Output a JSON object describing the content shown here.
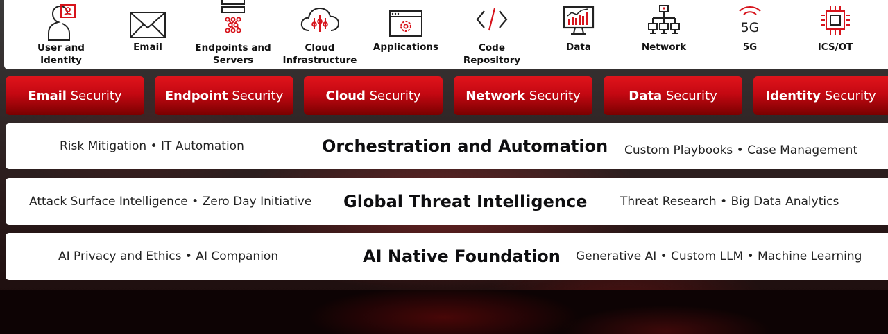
{
  "categories": [
    {
      "icon": "user-identity-icon",
      "label": "User and Identity"
    },
    {
      "icon": "email-icon",
      "label": "Email"
    },
    {
      "icon": "server-icon",
      "label": "Endpoints and Servers"
    },
    {
      "icon": "cloud-icon",
      "label": "Cloud Infrastructure"
    },
    {
      "icon": "applications-icon",
      "label": "Applications"
    },
    {
      "icon": "code-icon",
      "label": "Code Repository"
    },
    {
      "icon": "data-monitor-icon",
      "label": "Data"
    },
    {
      "icon": "network-icon",
      "label": "Network"
    },
    {
      "icon": "5g-icon",
      "label": "5G",
      "glyph": "5G"
    },
    {
      "icon": "chip-icon",
      "label": "ICS/OT"
    }
  ],
  "security_buttons": [
    {
      "bold": "Email",
      "rest": "Security"
    },
    {
      "bold": "Endpoint",
      "rest": "Security"
    },
    {
      "bold": "Cloud",
      "rest": "Security"
    },
    {
      "bold": "Network",
      "rest": "Security"
    },
    {
      "bold": "Data",
      "rest": "Security"
    },
    {
      "bold": "Identity",
      "rest": "Security"
    }
  ],
  "rows": {
    "orchestration": {
      "left": "Risk Mitigation • IT Automation",
      "title": "Orchestration and Automation",
      "right": "Custom Playbooks • Case Management"
    },
    "threat": {
      "left": "Attack Surface Intelligence • Zero Day Initiative",
      "title": "Global Threat Intelligence",
      "right": "Threat Research • Big Data Analytics"
    },
    "ai": {
      "left": "AI Privacy and Ethics • AI Companion",
      "title": "AI Native Foundation",
      "right": "Generative AI • Custom LLM • Machine Learning"
    }
  },
  "colors": {
    "accent": "#d7141c",
    "panel": "#ffffff",
    "text": "#111111"
  }
}
